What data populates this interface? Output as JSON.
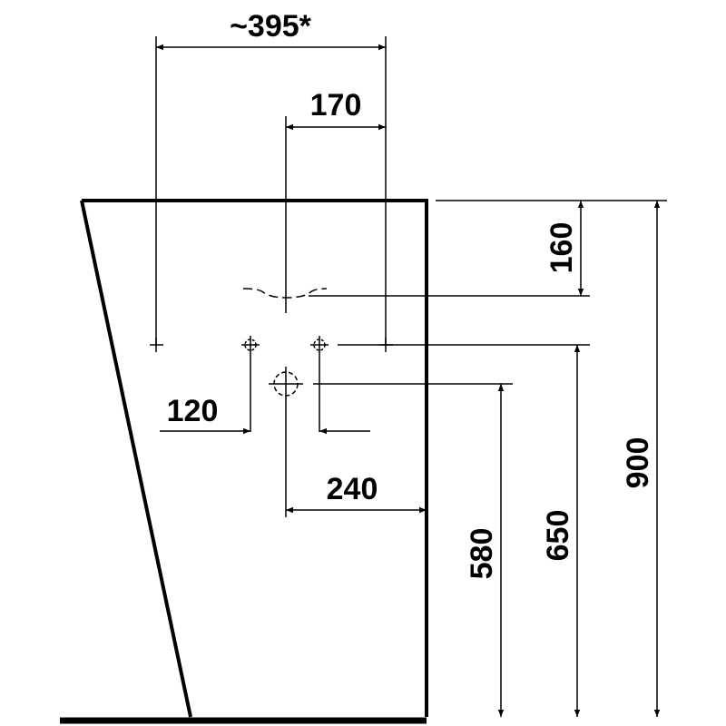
{
  "diagram": {
    "dimensions": {
      "width_total": "~395*",
      "width_170": "170",
      "width_120": "120",
      "width_240": "240",
      "height_160": "160",
      "height_580": "580",
      "height_650": "650",
      "height_900": "900"
    }
  }
}
